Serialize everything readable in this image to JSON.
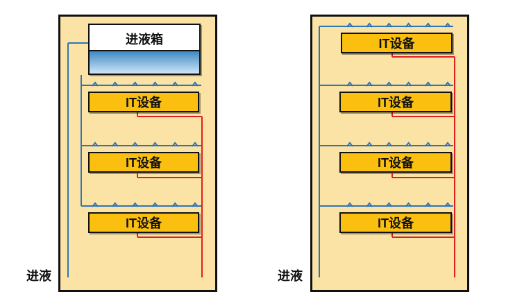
{
  "title_fragment": "",
  "left_cabinet": {
    "tank_label": "进液箱",
    "devices": [
      "IT设备",
      "IT设备",
      "IT设备"
    ],
    "inlet_label": "进液"
  },
  "right_cabinet": {
    "devices": [
      "IT设备",
      "IT设备",
      "IT设备",
      "IT设备"
    ],
    "inlet_label": "进液"
  },
  "colors": {
    "cabinet_fill": "#fbe3a6",
    "device_fill": "#fbbf0f",
    "supply_line": "#2e75b6",
    "return_line": "#e02020"
  }
}
